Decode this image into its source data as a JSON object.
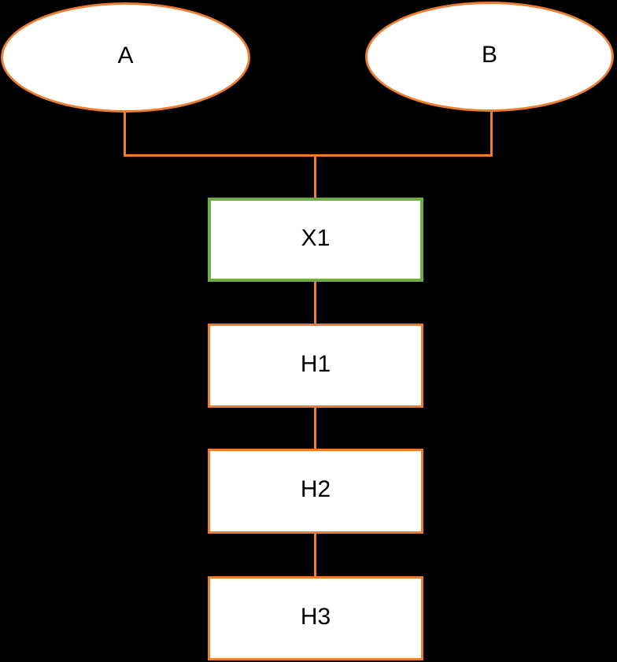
{
  "diagram": {
    "background_color": "#000000",
    "colors": {
      "connector": "#ED7D31",
      "ellipse_border": "#ED7D31",
      "rect_border": "#ED7D31",
      "highlight_border": "#70AD47",
      "node_fill": "#FFFFFF",
      "label_text": "#000000"
    },
    "nodes": [
      {
        "id": "A",
        "label": "A",
        "shape": "ellipse",
        "border_color": "#ED7D31"
      },
      {
        "id": "B",
        "label": "B",
        "shape": "ellipse",
        "border_color": "#ED7D31"
      },
      {
        "id": "X1",
        "label": "X1",
        "shape": "rect",
        "border_color": "#70AD47"
      },
      {
        "id": "H1",
        "label": "H1",
        "shape": "rect",
        "border_color": "#ED7D31"
      },
      {
        "id": "H2",
        "label": "H2",
        "shape": "rect",
        "border_color": "#ED7D31"
      },
      {
        "id": "H3",
        "label": "H3",
        "shape": "rect",
        "border_color": "#ED7D31"
      }
    ],
    "edges": [
      {
        "from": "A",
        "to": "X1",
        "style": "elbow"
      },
      {
        "from": "B",
        "to": "X1",
        "style": "elbow"
      },
      {
        "from": "X1",
        "to": "H1",
        "style": "straight"
      },
      {
        "from": "H1",
        "to": "H2",
        "style": "straight"
      },
      {
        "from": "H2",
        "to": "H3",
        "style": "straight"
      }
    ]
  }
}
